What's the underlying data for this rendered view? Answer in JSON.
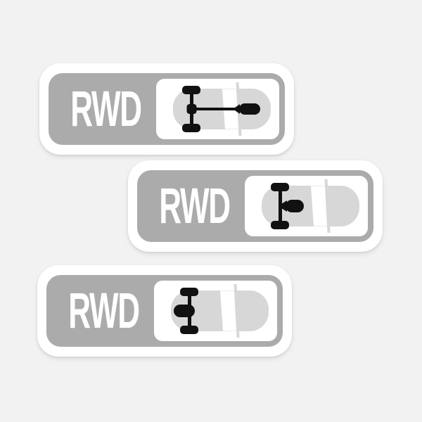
{
  "colors": {
    "bg": "#f2f2f2",
    "sticker-white": "#ffffff",
    "badge-gray": "#ababab",
    "car-gray": "#d7d7d7",
    "drivetrain-black": "#111111"
  },
  "stickers": [
    {
      "label": "RWD",
      "graphic": "car-top-view-rear-axle-with-driveshaft-and-transmission"
    },
    {
      "label": "RWD",
      "graphic": "car-top-view-rear-axle-with-differential-forward"
    },
    {
      "label": "RWD",
      "graphic": "car-top-view-rear-axle-with-differential-rearward"
    }
  ]
}
